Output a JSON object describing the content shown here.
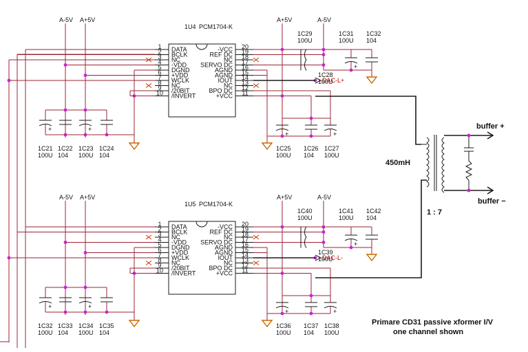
{
  "title_line1": "Primare CD31 passive xformer I/V",
  "title_line2": "one channel shown",
  "transformer": {
    "inductance": "450mH",
    "ratio": "1 : 7"
  },
  "outputs": {
    "plus": "buffer +",
    "minus": "buffer −"
  },
  "chips": [
    {
      "ref": "1U4",
      "part": "PCM1704-K",
      "supply_labels": [
        "A-5V",
        "A+5V",
        "A+5V",
        "A-5V"
      ],
      "left_pins": [
        {
          "num": "1",
          "name": "DATA"
        },
        {
          "num": "2",
          "name": "BCLK"
        },
        {
          "num": "3",
          "name": "NC"
        },
        {
          "num": "4",
          "name": "-VDD"
        },
        {
          "num": "5",
          "name": "DGND"
        },
        {
          "num": "6",
          "name": "+VDD"
        },
        {
          "num": "7",
          "name": "WCLK"
        },
        {
          "num": "8",
          "name": "NC"
        },
        {
          "num": "9",
          "name": "/20BIT"
        },
        {
          "num": "10",
          "name": "/INVERT"
        }
      ],
      "right_pins": [
        {
          "num": "20",
          "name": "-VCC"
        },
        {
          "num": "19",
          "name": "REF DC"
        },
        {
          "num": "18",
          "name": "NC"
        },
        {
          "num": "17",
          "name": "SERVO DC"
        },
        {
          "num": "16",
          "name": "AGND"
        },
        {
          "num": "15",
          "name": "AGND"
        },
        {
          "num": "14",
          "name": "IOUT"
        },
        {
          "num": "13",
          "name": "NC"
        },
        {
          "num": "12",
          "name": "BPO DC"
        },
        {
          "num": "11",
          "name": "+VCC"
        }
      ],
      "out_label": "DAC-L+",
      "caps_top": [
        {
          "ref": "1C29",
          "val": "100U"
        },
        {
          "ref": "1C31",
          "val": "100U"
        },
        {
          "ref": "1C32",
          "val": "104"
        },
        {
          "ref": "1C28",
          "val": "100U"
        }
      ],
      "caps_bottom": [
        {
          "ref": "1C21",
          "val": "100U"
        },
        {
          "ref": "1C22",
          "val": "104"
        },
        {
          "ref": "1C23",
          "val": "100U"
        },
        {
          "ref": "1C24",
          "val": "104"
        },
        {
          "ref": "1C25",
          "val": "100U"
        },
        {
          "ref": "1C26",
          "val": "104"
        },
        {
          "ref": "1C27",
          "val": "100U"
        }
      ]
    },
    {
      "ref": "1U5",
      "part": "PCM1704-K",
      "supply_labels": [
        "A-5V",
        "A+5V",
        "A+5V",
        "A-5V"
      ],
      "left_pins": [
        {
          "num": "1",
          "name": "DATA"
        },
        {
          "num": "2",
          "name": "BCLK"
        },
        {
          "num": "3",
          "name": "NC"
        },
        {
          "num": "4",
          "name": "-VDD"
        },
        {
          "num": "5",
          "name": "DGND"
        },
        {
          "num": "6",
          "name": "+VDD"
        },
        {
          "num": "7",
          "name": "WCLK"
        },
        {
          "num": "8",
          "name": "NC"
        },
        {
          "num": "9",
          "name": "/20BIT"
        },
        {
          "num": "10",
          "name": "/INVERT"
        }
      ],
      "right_pins": [
        {
          "num": "20",
          "name": "-VCC"
        },
        {
          "num": "19",
          "name": "REF DC"
        },
        {
          "num": "18",
          "name": "NC"
        },
        {
          "num": "17",
          "name": "SERVO DC"
        },
        {
          "num": "16",
          "name": "AGND"
        },
        {
          "num": "15",
          "name": "AGND"
        },
        {
          "num": "14",
          "name": "IOUT"
        },
        {
          "num": "13",
          "name": "NC"
        },
        {
          "num": "12",
          "name": "BPO DC"
        },
        {
          "num": "11",
          "name": "+VCC"
        }
      ],
      "out_label": "DAC-L-",
      "caps_top": [
        {
          "ref": "1C40",
          "val": "100U"
        },
        {
          "ref": "1C41",
          "val": "100U"
        },
        {
          "ref": "1C42",
          "val": "104"
        },
        {
          "ref": "1C39",
          "val": "100U"
        }
      ],
      "caps_bottom": [
        {
          "ref": "1C32",
          "val": "100U"
        },
        {
          "ref": "1C33",
          "val": "104"
        },
        {
          "ref": "1C34",
          "val": "100U"
        },
        {
          "ref": "1C35",
          "val": "104"
        },
        {
          "ref": "1C36",
          "val": "100U"
        },
        {
          "ref": "1C37",
          "val": "104"
        },
        {
          "ref": "1C38",
          "val": "100U"
        }
      ]
    }
  ]
}
